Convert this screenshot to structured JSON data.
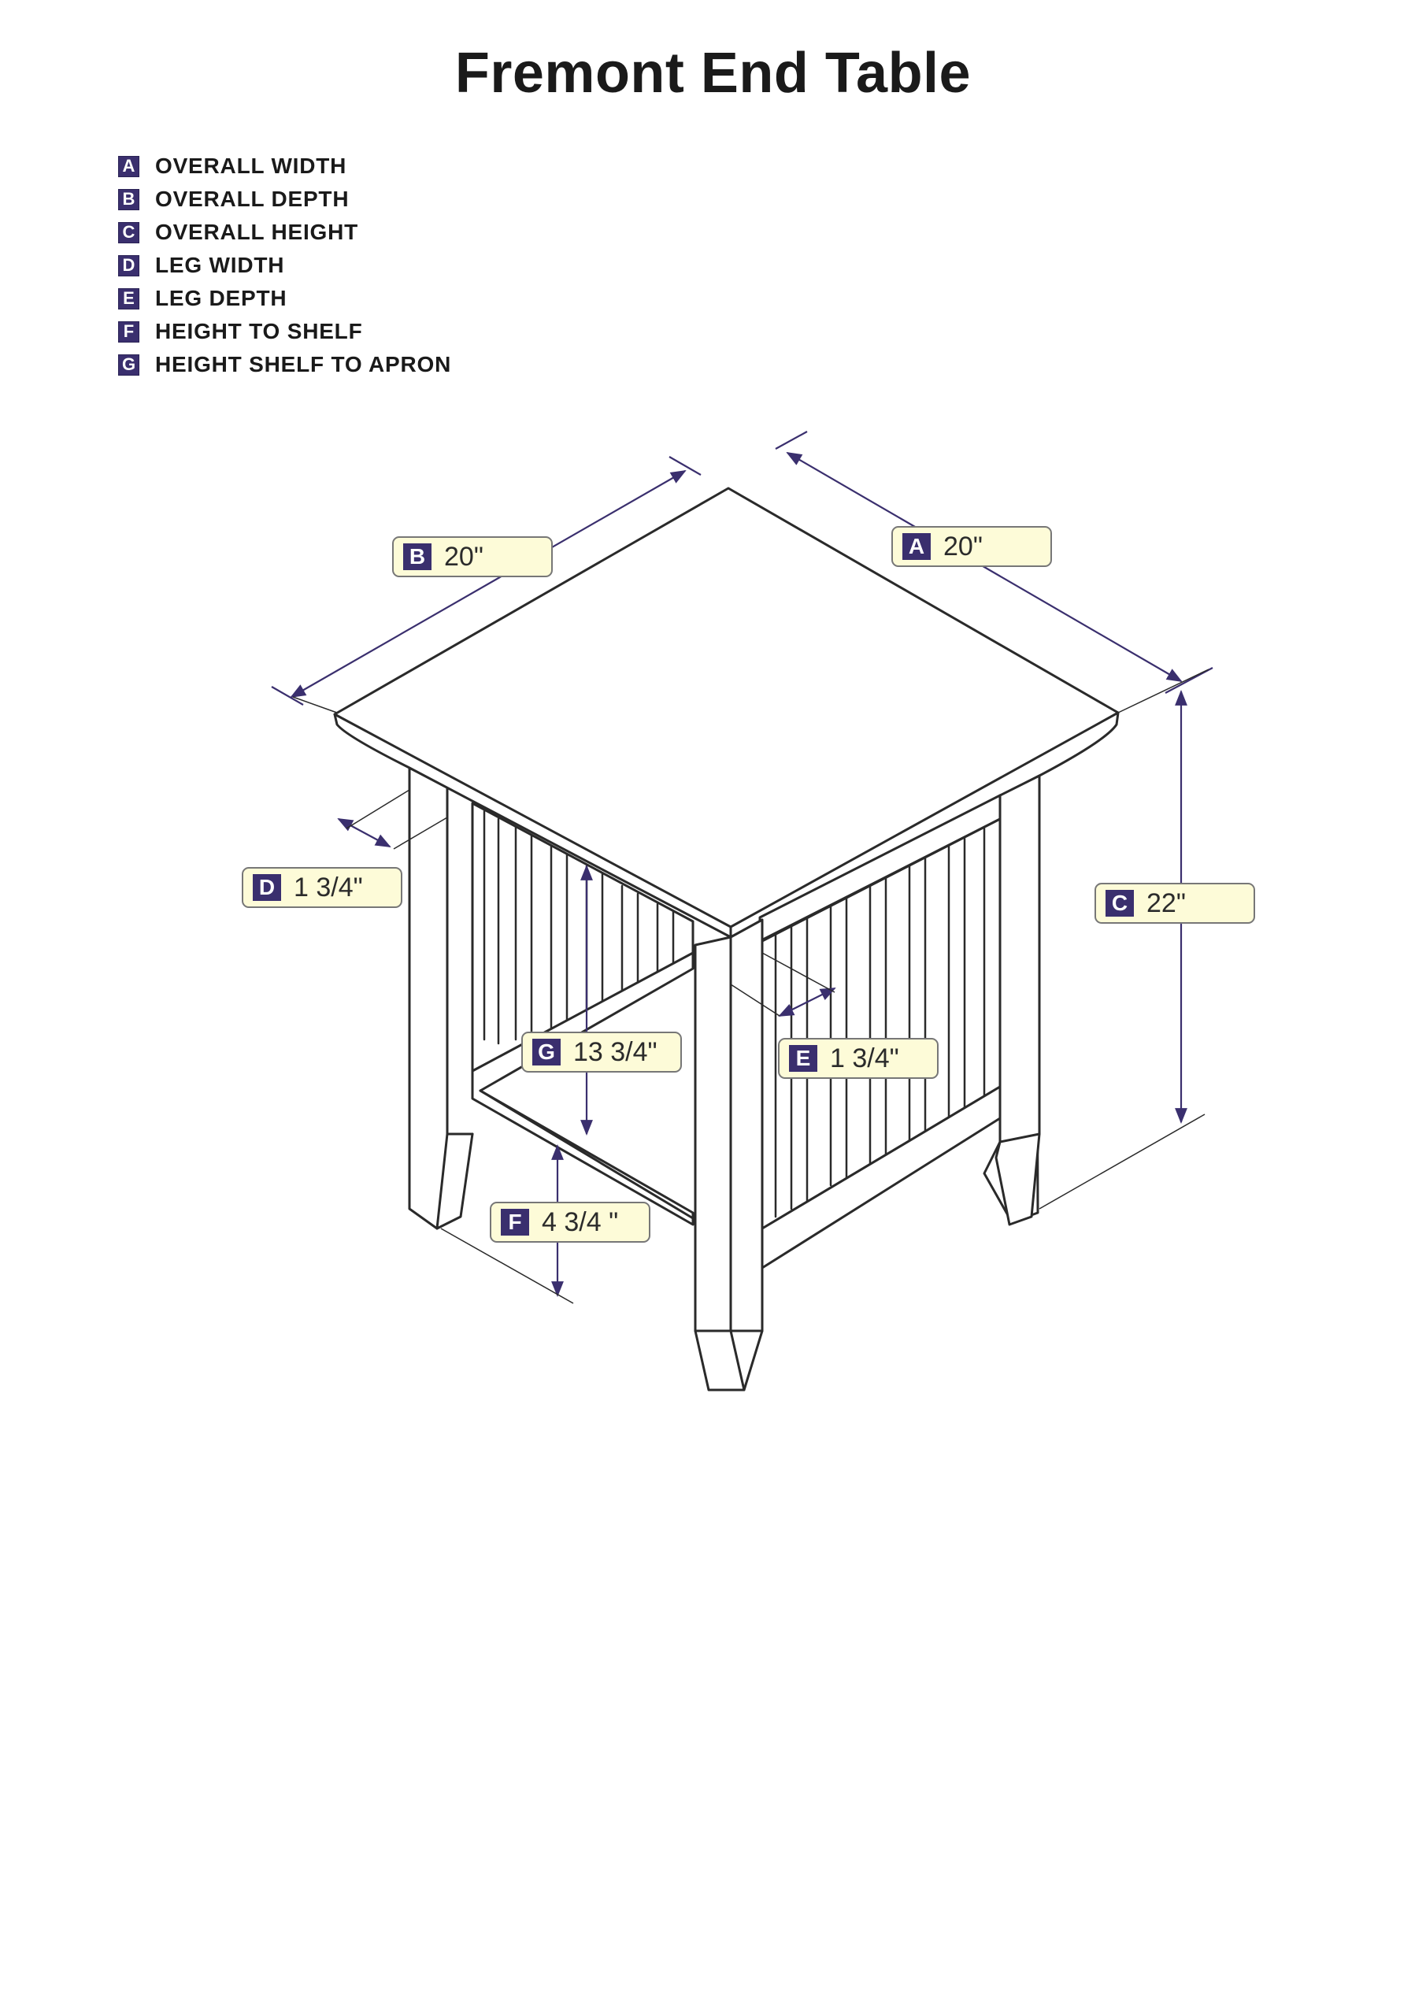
{
  "title": "Fremont End Table",
  "legend": [
    {
      "letter": "A",
      "label": "OVERALL WIDTH"
    },
    {
      "letter": "B",
      "label": "OVERALL DEPTH"
    },
    {
      "letter": "C",
      "label": "OVERALL HEIGHT"
    },
    {
      "letter": "D",
      "label": "LEG WIDTH"
    },
    {
      "letter": "E",
      "label": "LEG DEPTH"
    },
    {
      "letter": "F",
      "label": "HEIGHT TO SHELF"
    },
    {
      "letter": "G",
      "label": "HEIGHT SHELF TO APRON"
    }
  ],
  "dimensions": {
    "A": {
      "letter": "A",
      "value": "20\""
    },
    "B": {
      "letter": "B",
      "value": "20\""
    },
    "C": {
      "letter": "C",
      "value": "22\""
    },
    "D": {
      "letter": "D",
      "value": "1 3/4\""
    },
    "E": {
      "letter": "E",
      "value": "1 3/4\""
    },
    "F": {
      "letter": "F",
      "value": "4 3/4 \""
    },
    "G": {
      "letter": "G",
      "value": "13 3/4\""
    }
  },
  "colors": {
    "badge": "#3a2f6e",
    "callout_fill": "#fdfbd8",
    "line": "#2a2a2a",
    "dimension_line": "#3a2f6e"
  }
}
